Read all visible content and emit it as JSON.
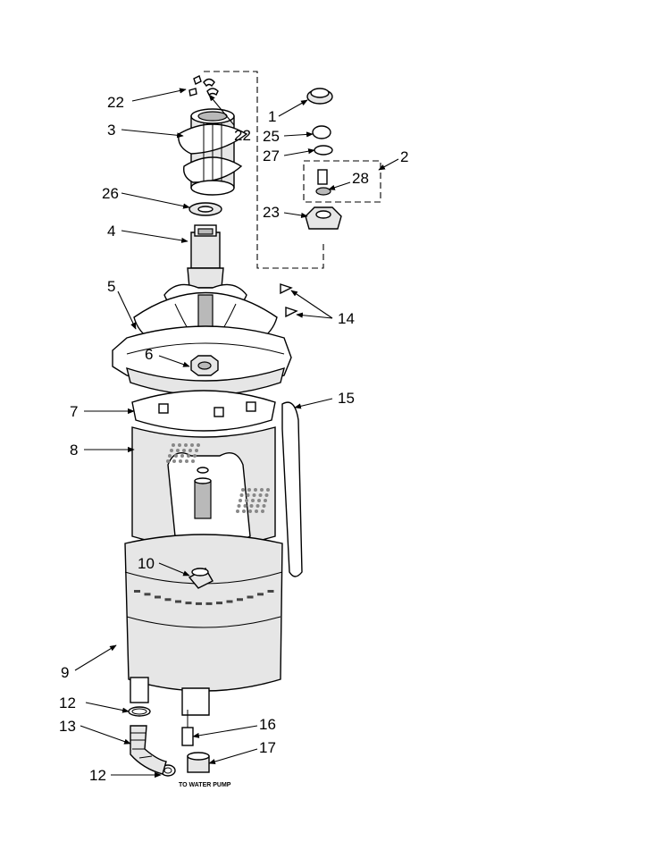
{
  "labels": {
    "p1": "1",
    "p2": "2",
    "p3": "3",
    "p4": "4",
    "p5": "5",
    "p6": "6",
    "p7": "7",
    "p8": "8",
    "p9": "9",
    "p10": "10",
    "p12a": "12",
    "p12b": "12",
    "p13": "13",
    "p14": "14",
    "p15": "15",
    "p16": "16",
    "p17": "17",
    "p22a": "22",
    "p22b": "22",
    "p23": "23",
    "p25": "25",
    "p26": "26",
    "p27": "27",
    "p28": "28"
  },
  "notes": {
    "to_water_pump": "TO WATER PUMP"
  }
}
